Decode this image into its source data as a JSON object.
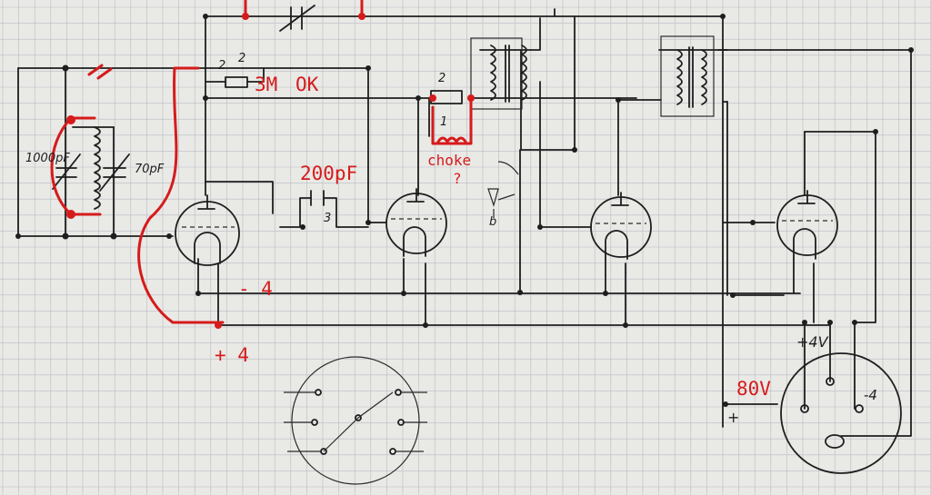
{
  "labels": {
    "cap_1000pf": "1000pF",
    "cap_70pf": "70pF",
    "resistor_3m": "3M",
    "ok": "OK",
    "cap_200pf": "200pF",
    "choke": "choke",
    "choke_q": "?",
    "minus_4": "- 4",
    "plus_4": "+ 4",
    "plus_4v": "+4V",
    "v80": "80V",
    "v_plus": "+",
    "v_minus_mark": "-4",
    "pin2_a": "2",
    "pin2_b": "2",
    "pin1": "1",
    "pin3": "3",
    "pin2_c": "2",
    "mark_b": "b"
  },
  "colors": {
    "paper": "#e9e9e6",
    "grid": "#b9bcc2",
    "ink": "#1e1e1e",
    "red_ink": "#d51b1b"
  }
}
